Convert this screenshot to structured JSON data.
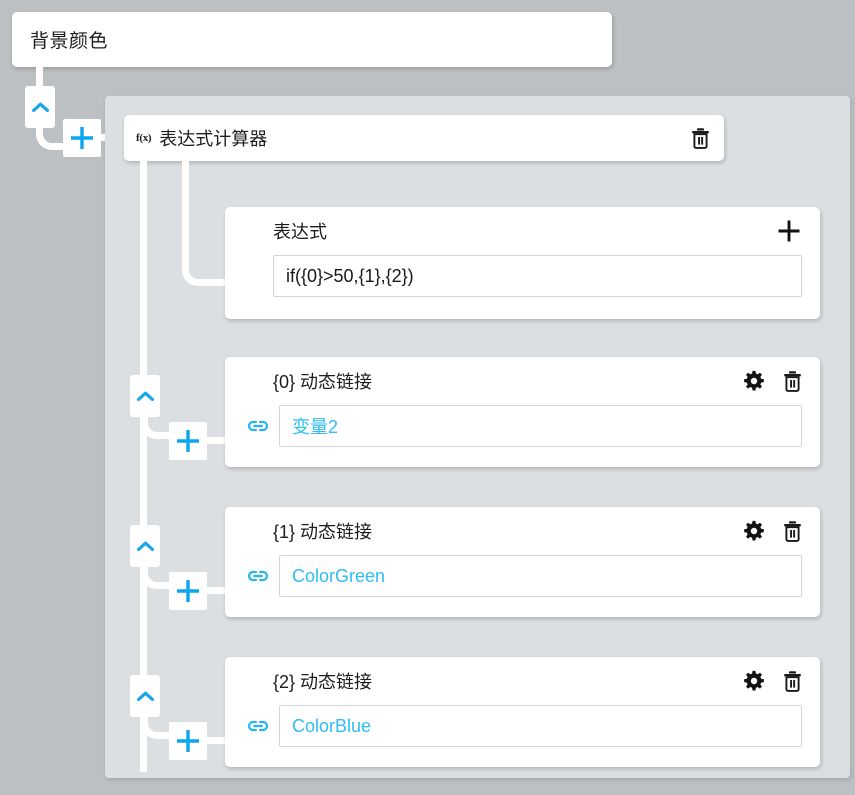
{
  "colors": {
    "canvas_outer": "#bdc0c2",
    "panel_inner": "#dcdfe2",
    "card": "#ffffff",
    "wire": "#ffffff",
    "accent_blue": "#2fbdf4",
    "text_dark": "#1d1d1d"
  },
  "title_bar": {
    "value": "背景颜色"
  },
  "fx_block": {
    "badge": "f(x)",
    "title": "表达式计算器",
    "delete_label": "trash-icon"
  },
  "expression_card": {
    "header_title": "表达式",
    "add_label": "+",
    "value": "if({0}>50,{1},{2})"
  },
  "dynamic_links": [
    {
      "header_title": "{0} 动态链接",
      "value": "变量2",
      "settings_label": "gear-icon",
      "delete_label": "trash-icon",
      "link_label": "link-icon"
    },
    {
      "header_title": "{1} 动态链接",
      "value": "ColorGreen",
      "settings_label": "gear-icon",
      "delete_label": "trash-icon",
      "link_label": "link-icon"
    },
    {
      "header_title": "{2} 动态链接",
      "value": "ColorBlue",
      "settings_label": "gear-icon",
      "delete_label": "trash-icon",
      "link_label": "link-icon"
    }
  ],
  "connectors": {
    "collapse_label": "chevron-up-icon",
    "add_label": "plus-icon"
  }
}
